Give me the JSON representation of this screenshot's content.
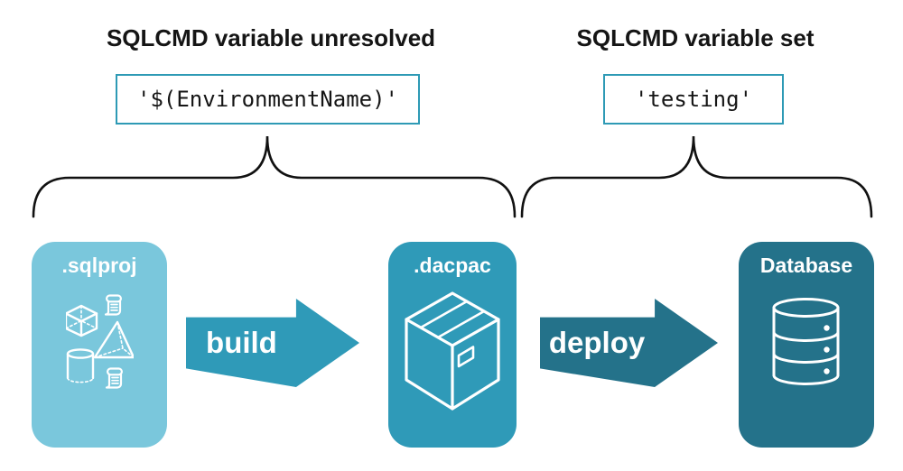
{
  "annotations": {
    "left": {
      "heading": "SQLCMD variable unresolved",
      "code": "'$(EnvironmentName)'"
    },
    "right": {
      "heading": "SQLCMD variable set",
      "code": "'testing'"
    }
  },
  "pipeline": {
    "nodes": [
      {
        "label": ".sqlproj",
        "icon": "sql-objects-icon",
        "color": "#7ac7dc"
      },
      {
        "label": ".dacpac",
        "icon": "package-icon",
        "color": "#2f9ab8"
      },
      {
        "label": "Database",
        "icon": "database-icon",
        "color": "#24728a"
      }
    ],
    "arrows": [
      {
        "label": "build",
        "color": "#2f9ab8"
      },
      {
        "label": "deploy",
        "color": "#24728a"
      }
    ]
  },
  "colors": {
    "background": "#ffffff",
    "code_box_border": "#2e9ab5",
    "heading_text": "#151515",
    "brace_stroke": "#111111",
    "icon_stroke": "#ffffff"
  }
}
